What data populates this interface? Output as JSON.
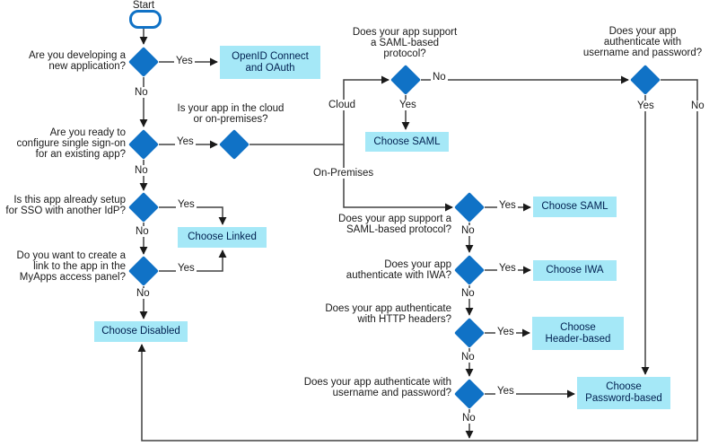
{
  "colors": {
    "diamond": "#1072c6",
    "terminator_border": "#1072c6",
    "outcome_bg": "#a5e8f7",
    "outcome_text": "#002050",
    "line": "#404040",
    "arrow": "#1a1a1a",
    "text": "#1a1a1a",
    "background": "#ffffff"
  },
  "terminator": {
    "label": "Start"
  },
  "edge_labels": {
    "yes": "Yes",
    "no": "No",
    "cloud": "Cloud",
    "on_premises": "On-Premises"
  },
  "questions": {
    "developing_new_app": "Are you developing a\nnew application?",
    "ready_configure_sso": "Are you ready to\nconfigure single sign-on\nfor an existing app?",
    "cloud_or_on_premises": "Is your app in the cloud\nor on-premises?",
    "already_setup_sso_idp": "Is this app already setup\nfor SSO with another IdP?",
    "create_link_myapps": "Do you want to create a\nlink to the app in the\nMyApps access panel?",
    "saml_support_cloud": "Does your app support\na SAML-based\nprotocol?",
    "auth_username_password_cloud": "Does your app\nauthenticate with\nusername and password?",
    "saml_support_onprem": "Does your app support a\nSAML-based protocol?",
    "auth_iwa": "Does your app\nauthenticate with IWA?",
    "auth_http_headers": "Does your app authenticate\nwith HTTP headers?",
    "auth_username_password_onprem": "Does your app authenticate with\nusername and password?"
  },
  "outcomes": {
    "openid_oauth": "OpenID Connect\nand OAuth",
    "saml_cloud": "Choose SAML",
    "linked": "Choose Linked",
    "disabled": "Choose Disabled",
    "saml_onprem": "Choose SAML",
    "iwa": "Choose IWA",
    "header_based": "Choose\nHeader-based",
    "password_based": "Choose\nPassword-based"
  }
}
